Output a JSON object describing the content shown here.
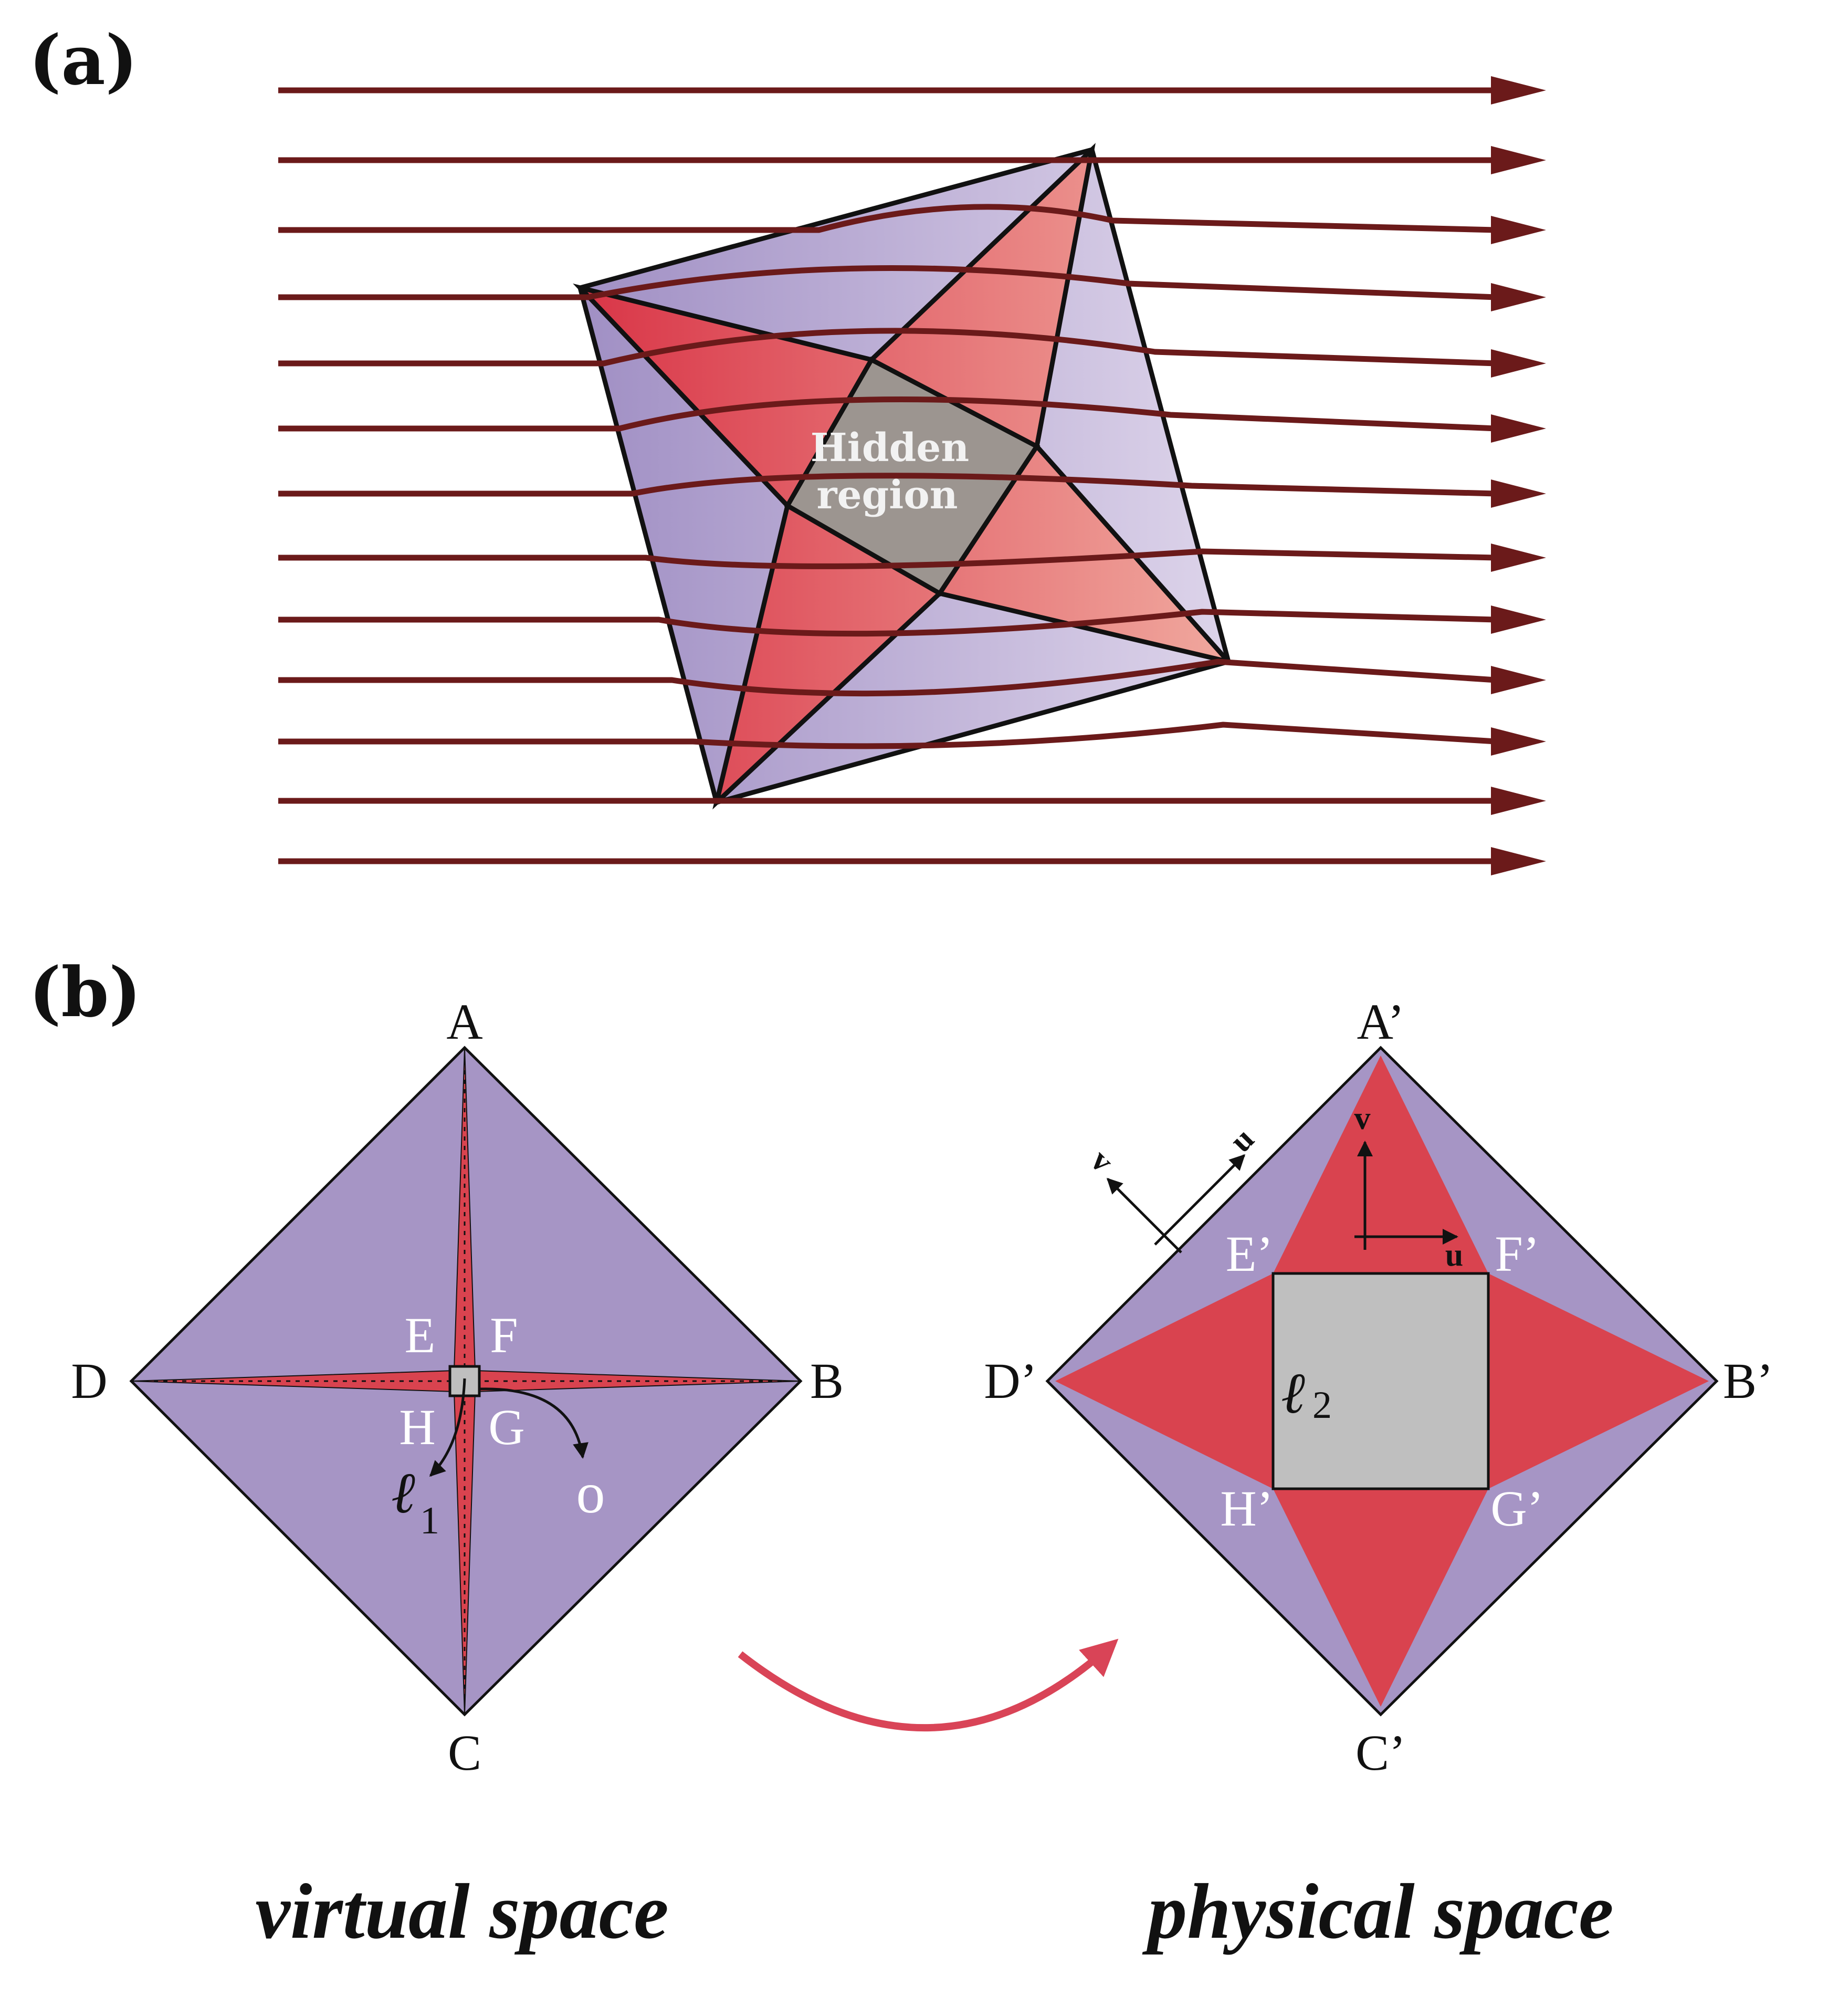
{
  "panel_a": {
    "label": "(a)",
    "hidden_region_line1": "Hidden",
    "hidden_region_line2": "region"
  },
  "panel_b": {
    "label": "(b)",
    "virtual": {
      "A": "A",
      "B": "B",
      "C": "C",
      "D": "D",
      "E": "E",
      "F": "F",
      "G": "G",
      "H": "H",
      "ell": "ℓ",
      "ell_sub": "1",
      "o": "o",
      "title": "virtual space"
    },
    "physical": {
      "A": "A’",
      "B": "B’",
      "C": "C’",
      "D": "D’",
      "E": "E’",
      "F": "F’",
      "G": "G’",
      "H": "H’",
      "ell": "ℓ",
      "ell_sub": "2",
      "u": "u",
      "v": "v",
      "title": "physical space"
    }
  },
  "colors": {
    "ray": "#6b1a1a",
    "purple": "#a695c5",
    "red": "#d9434f",
    "gray_hidden": "#9c9590",
    "gray_core": "#bfbfbf",
    "arrow_pink": "#d94457"
  }
}
